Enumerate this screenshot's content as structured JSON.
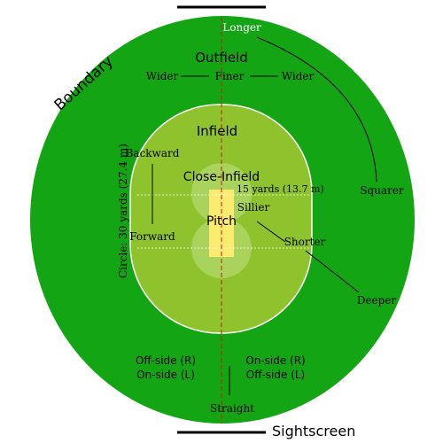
{
  "colors": {
    "outfield": "#14a514",
    "infield": "#8fc32e",
    "close_infield": "#a9d35c",
    "pitch": "#fbeb71",
    "centre_line": "#d21a0a",
    "boundary_line": "#ffffff",
    "pointer_line": "#000000",
    "sightscreen": "#000000"
  },
  "labels": {
    "longer": "Longer",
    "outfield": "Outfield",
    "wider_left": "Wider",
    "finer": "Finer",
    "wider_right": "Wider",
    "boundary": "Boundary",
    "infield": "Infield",
    "backward": "Backward",
    "close_infield": "Close-Infield",
    "fifteen_yards": "15 yards (13.7 m)",
    "squarer": "Squarer",
    "sillier": "Sillier",
    "pitch": "Pitch",
    "forward": "Forward",
    "shorter": "Shorter",
    "circle": "Circle: 30 yards (27.4 m)",
    "deeper": "Deeper",
    "offside_left_1": "Off-side (R)",
    "offside_left_2": "On-side (L)",
    "onside_right_1": "On-side (R)",
    "onside_right_2": "Off-side (L)",
    "straight": "Straight",
    "sightscreen": "Sightscreen"
  }
}
